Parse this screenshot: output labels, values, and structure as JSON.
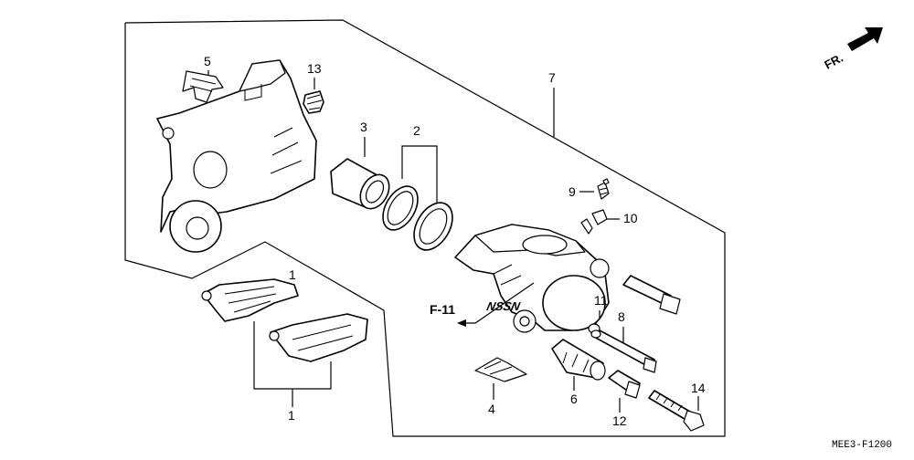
{
  "orientation": {
    "label": "FR."
  },
  "reference": {
    "label": "F-11"
  },
  "diagram_code": "MEE3-F1200",
  "callouts": {
    "c1": "1",
    "c2": "2",
    "c3": "3",
    "c4": "4",
    "c5": "5",
    "c6": "6",
    "c7": "7",
    "c8": "8",
    "c9": "9",
    "c10": "10",
    "c11": "11",
    "c12": "12",
    "c13": "13",
    "c14": "14"
  },
  "caliper_logo": "NSSN"
}
